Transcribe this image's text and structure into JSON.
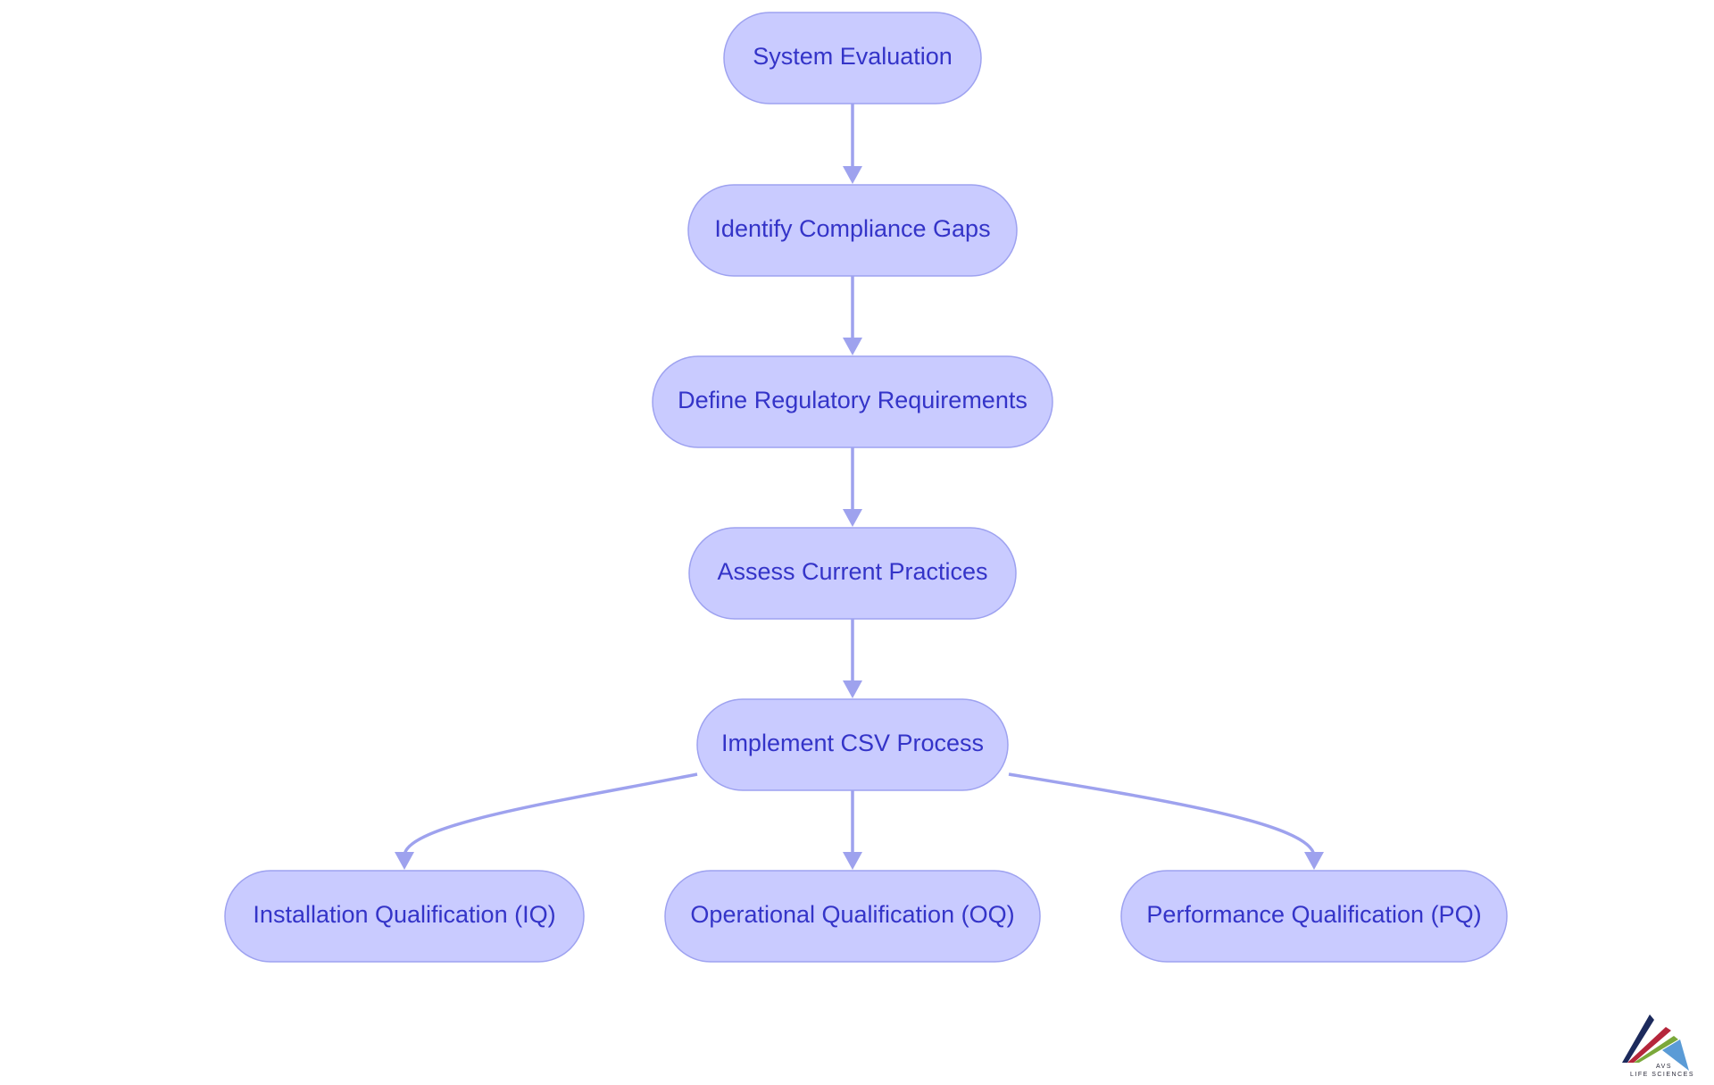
{
  "diagram": {
    "nodes": {
      "system_evaluation": "System Evaluation",
      "identify_compliance_gaps": "Identify Compliance Gaps",
      "define_regulatory_requirements": "Define Regulatory Requirements",
      "assess_current_practices": "Assess Current Practices",
      "implement_csv_process": "Implement CSV Process",
      "installation_qualification": "Installation Qualification (IQ)",
      "operational_qualification": "Operational Qualification (OQ)",
      "performance_qualification": "Performance Qualification (PQ)"
    },
    "edges": [
      [
        "system_evaluation",
        "identify_compliance_gaps"
      ],
      [
        "identify_compliance_gaps",
        "define_regulatory_requirements"
      ],
      [
        "define_regulatory_requirements",
        "assess_current_practices"
      ],
      [
        "assess_current_practices",
        "implement_csv_process"
      ],
      [
        "implement_csv_process",
        "installation_qualification"
      ],
      [
        "implement_csv_process",
        "operational_qualification"
      ],
      [
        "implement_csv_process",
        "performance_qualification"
      ]
    ],
    "colors": {
      "node_fill": "#c9cbff",
      "node_stroke": "#9ea2f0",
      "node_text": "#3434c8",
      "edge": "#9ea2ee"
    }
  },
  "logo": {
    "name": "avs-life-sciences-logo",
    "line1": "AVS",
    "line2": "LIFE SCIENCES"
  }
}
